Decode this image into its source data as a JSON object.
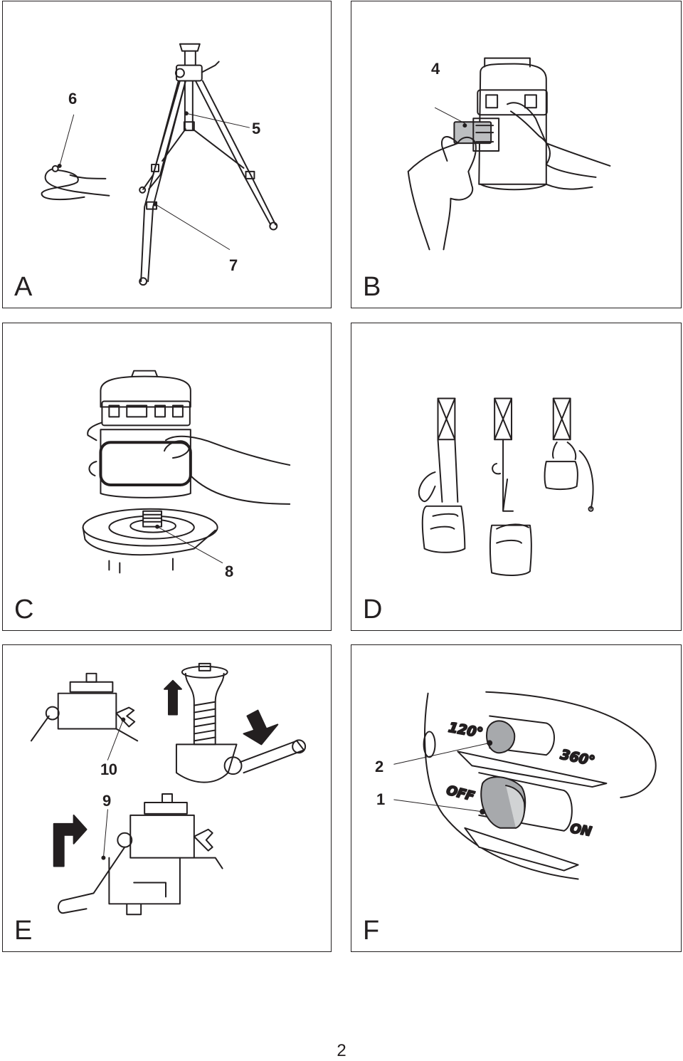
{
  "panels": {
    "a": {
      "letter": "A",
      "callouts": {
        "c6": "6",
        "c5": "5",
        "c7": "7"
      }
    },
    "b": {
      "letter": "B",
      "callouts": {
        "c4": "4"
      }
    },
    "c": {
      "letter": "C",
      "callouts": {
        "c8": "8"
      }
    },
    "d": {
      "letter": "D"
    },
    "e": {
      "letter": "E",
      "callouts": {
        "c10": "10",
        "c9": "9"
      }
    },
    "f": {
      "letter": "F",
      "callouts": {
        "c2": "2",
        "c1": "1"
      },
      "switch_labels": {
        "mode_a": "120°",
        "mode_b": "360°",
        "off": "OFF",
        "on": "ON"
      }
    }
  },
  "page_number": "2"
}
